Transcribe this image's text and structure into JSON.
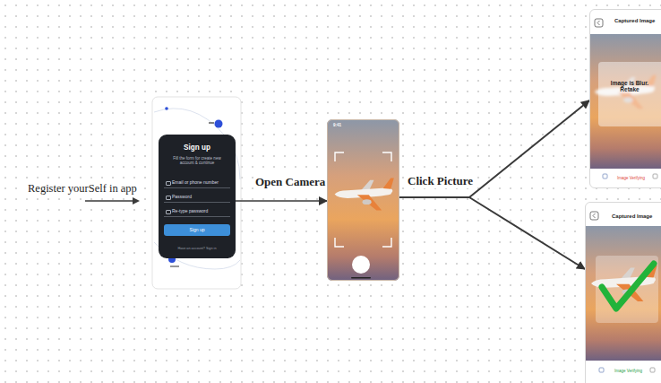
{
  "diagram": {
    "nodes": [
      {
        "text": [
          "Sign up",
          "Fill the form for create new account & continue",
          "Have an account? Sign in"
        ]
      },
      {
        "text": [
          "Email or phone number"
        ],
        "in": 0
      },
      {
        "text": [
          "Password"
        ],
        "in": 0
      },
      {
        "text": [
          "Re-type password"
        ],
        "in": 0
      },
      {
        "text": [
          "Sign up"
        ],
        "in": 0
      },
      {
        "text": [
          "9:41"
        ]
      },
      {
        "text": [
          "Captured Image",
          "Image Verifying"
        ]
      },
      {
        "text": [
          "Image is Blur. Retake"
        ],
        "in": 6
      },
      {
        "text": [
          "Captured Image",
          "Image Verifying"
        ]
      }
    ],
    "edges": [
      {
        "from": 0,
        "to": 5,
        "label": "Open Camera",
        "arrow": "to"
      },
      {
        "from": 5,
        "to": 6,
        "label": "Click Picture",
        "arrow": "to"
      },
      {
        "from": 5,
        "to": 8,
        "arrow": "to"
      }
    ],
    "labels": [
      "Register yourSelf in app"
    ]
  }
}
